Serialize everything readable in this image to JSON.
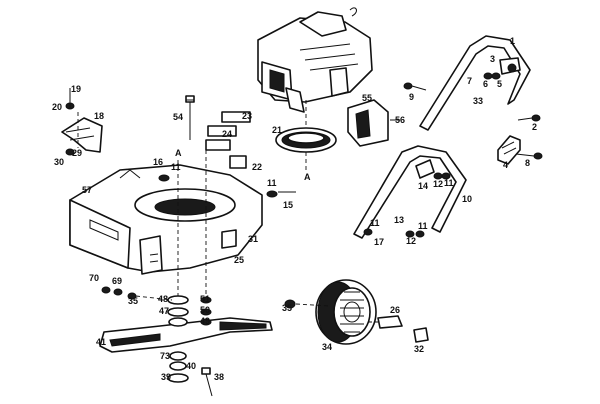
{
  "labels": [
    "1",
    "2",
    "3",
    "4",
    "5",
    "6",
    "7",
    "8",
    "9",
    "10",
    "11",
    "12",
    "13",
    "14",
    "15",
    "16",
    "17",
    "18",
    "19",
    "20",
    "21",
    "22",
    "23",
    "24",
    "25",
    "26",
    "29",
    "30",
    "31",
    "32",
    "33",
    "34",
    "35",
    "38",
    "39",
    "40",
    "41",
    "47",
    "48",
    "49",
    "50",
    "51",
    "54",
    "55",
    "56",
    "57",
    "69",
    "70",
    "73"
  ],
  "section_marks": [
    "A",
    "A"
  ]
}
